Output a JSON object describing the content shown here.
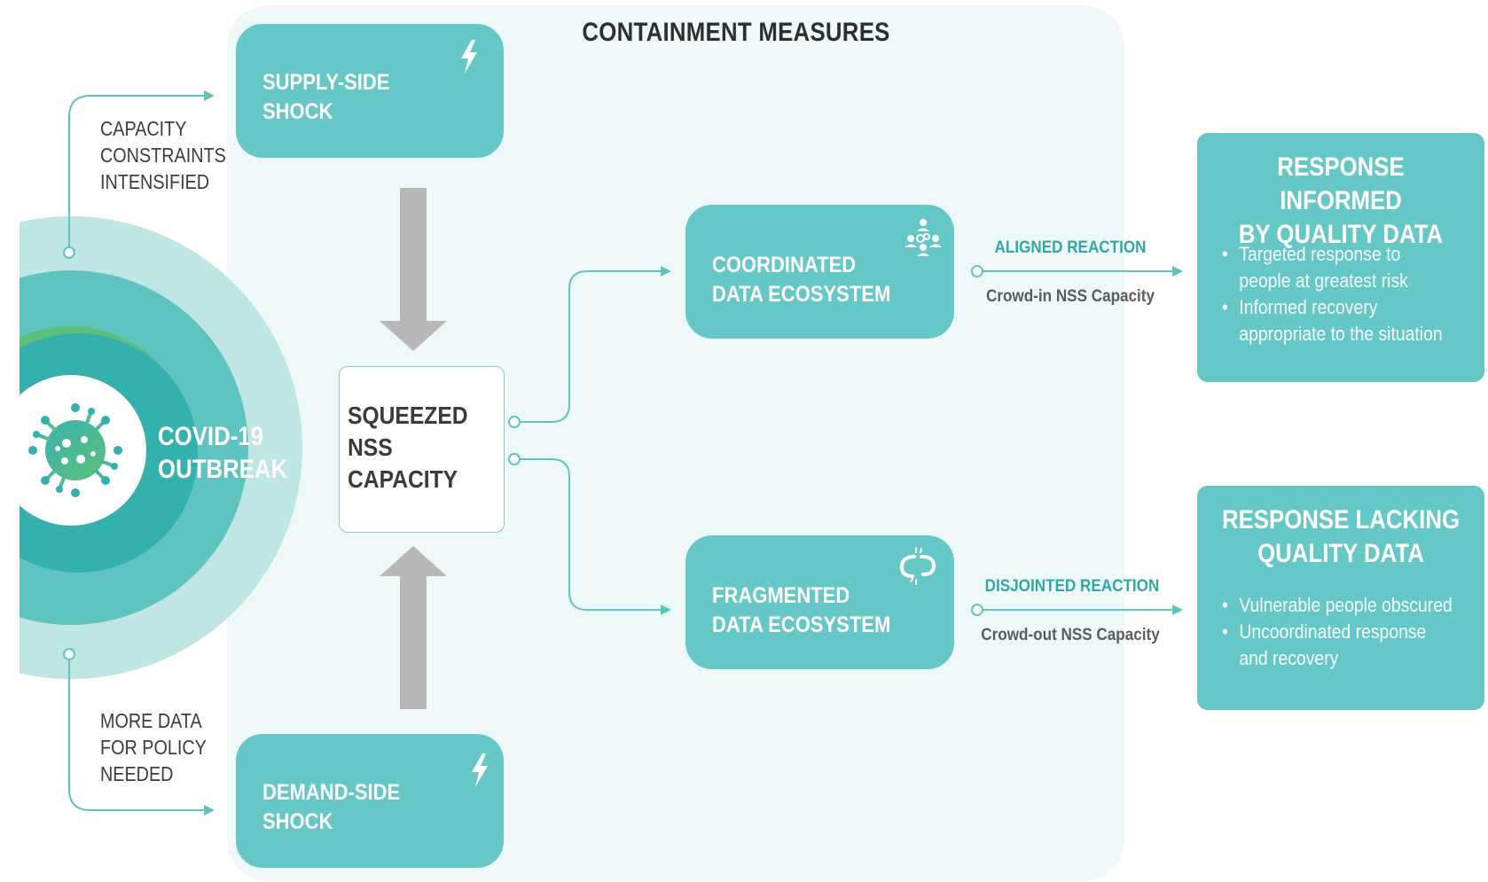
{
  "heading": "CONTAINMENT MEASURES",
  "outbreak": {
    "label": "COVID-19\nOUTBREAK",
    "icon": "virus-icon"
  },
  "supply_shock": {
    "label": "SUPPLY-SIDE\nSHOCK",
    "icon": "lightning-icon"
  },
  "demand_shock": {
    "label": "DEMAND-SIDE\nSHOCK",
    "icon": "lightning-icon"
  },
  "capacity_note": "CAPACITY\nCONSTRAINTS\nINTENSIFIED",
  "data_note": "MORE DATA\nFOR POLICY\nNEEDED",
  "center": {
    "label": "SQUEEZED\nNSS\nCAPACITY"
  },
  "coordinated": {
    "label": "COORDINATED\nDATA ECOSYSTEM",
    "icon": "network-people-icon"
  },
  "fragmented": {
    "label": "FRAGMENTED\nDATA ECOSYSTEM",
    "icon": "broken-link-icon"
  },
  "aligned": {
    "reaction": "ALIGNED REACTION",
    "capacity": "Crowd-in NSS Capacity"
  },
  "disjointed": {
    "reaction": "DISJOINTED REACTION",
    "capacity": "Crowd-out NSS Capacity"
  },
  "outcome_good": {
    "title": "RESPONSE INFORMED\nBY QUALITY DATA",
    "bullets": [
      "Targeted response to\npeople at greatest risk",
      "Informed recovery\nappropriate to the situation"
    ]
  },
  "outcome_bad": {
    "title": "RESPONSE LACKING\nQUALITY DATA",
    "bullets": [
      "Vulnerable people obscured",
      "Uncoordinated response\nand recovery"
    ]
  },
  "colors": {
    "teal": "#66c8c6",
    "teal_dark": "#2fa8a5",
    "panel": "#eef8f8",
    "arrow_gray": "#b8b8b8",
    "ring_outer": "#bfe5e4",
    "ring_mid": "#5fc3c0",
    "ring_inner": "#34b0ad",
    "ring_green": "#5cbf7a"
  }
}
